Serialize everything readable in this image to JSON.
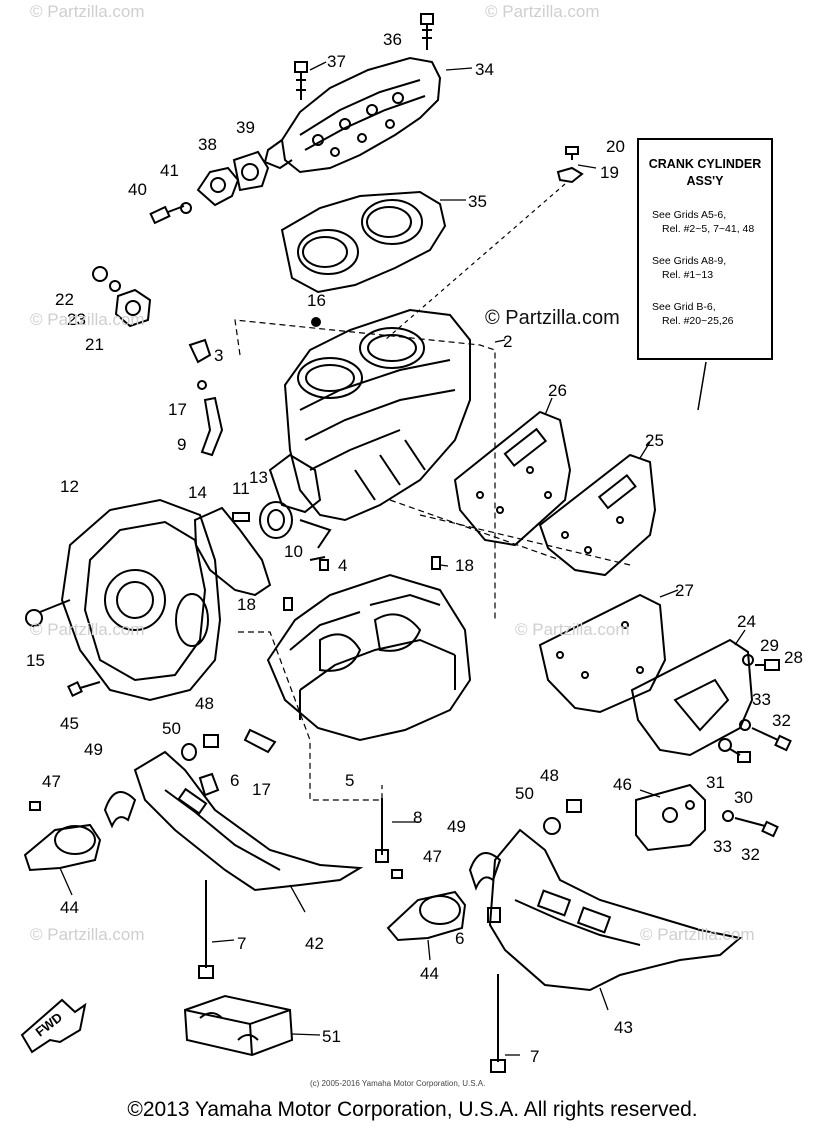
{
  "watermarks": {
    "corner": "© Partzilla.com",
    "center": "© Partzilla.com"
  },
  "callout": {
    "title_line1": "CRANK CYLINDER",
    "title_line2": "ASS'Y",
    "refs": [
      {
        "line1": "See Grids A5-6,",
        "line2": "Rel. #2~5, 7~41, 48"
      },
      {
        "line1": "See Grids A8-9,",
        "line2": "Rel. #1~13"
      },
      {
        "line1": "See Grid B-6,",
        "line2": "Rel. #20~25,26"
      }
    ]
  },
  "fwd_label": "FWD",
  "small_copyright": "(c) 2005-2016 Yamaha Motor Corporation, U.S.A.",
  "footer": "©2013 Yamaha Motor Corporation, U.S.A. All rights reserved.",
  "part_numbers": [
    "36",
    "37",
    "34",
    "38",
    "39",
    "41",
    "40",
    "35",
    "20",
    "19",
    "22",
    "23",
    "21",
    "16",
    "2",
    "3",
    "17",
    "9",
    "26",
    "25",
    "12",
    "14",
    "11",
    "13",
    "10",
    "4",
    "18",
    "18",
    "15",
    "27",
    "24",
    "29",
    "28",
    "45",
    "48",
    "50",
    "33",
    "32",
    "49",
    "6",
    "17",
    "5",
    "31",
    "30",
    "47",
    "46",
    "48",
    "50",
    "8",
    "49",
    "33",
    "32",
    "44",
    "47",
    "42",
    "7",
    "6",
    "44",
    "43",
    "51",
    "7"
  ]
}
